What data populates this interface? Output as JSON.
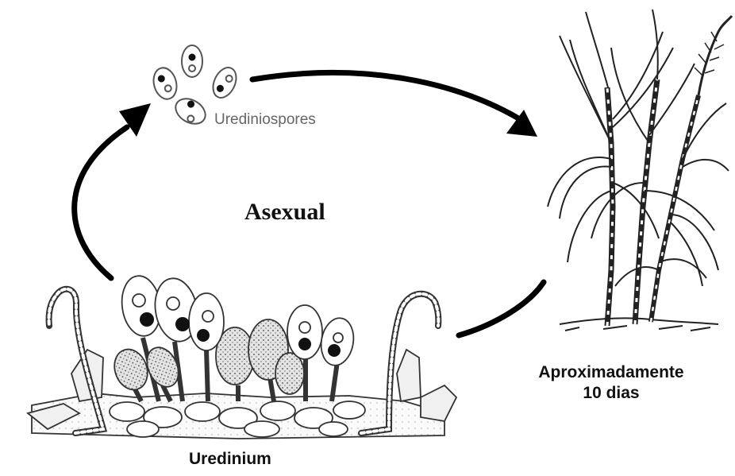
{
  "cycle": {
    "center_label": "Asexual",
    "spores_label": "Urediniospores",
    "structure_label": "Uredinium",
    "time_label_line1": "Aproximadamente",
    "time_label_line2": "10 dias"
  },
  "colors": {
    "arrow": "#000000",
    "spore_label": "#666666",
    "text": "#111111"
  },
  "icons": [
    "urediniospore-cluster-illustration",
    "uredinium-illustration",
    "sugarcane-plant-illustration"
  ]
}
